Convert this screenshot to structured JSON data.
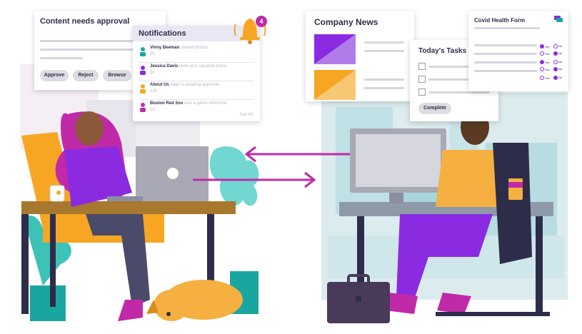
{
  "approval_card": {
    "title": "Content needs approval",
    "buttons": [
      "Approve",
      "Reject",
      "Browse"
    ]
  },
  "notifications": {
    "title": "Notifications",
    "badge_count": "4",
    "items": [
      {
        "name": "Vinny Beeman",
        "action": "shared photos.",
        "time": "2h",
        "avatar_color": "#1aa6a0"
      },
      {
        "name": "Jessica Davis",
        "action": "liked your vacation plans.",
        "time": "6h",
        "avatar_color": "#8a2be2"
      },
      {
        "name": "About Us",
        "action": "page is awaiting approval.",
        "time": "12h",
        "avatar_color": "#f6a623"
      },
      {
        "name": "Boston Red Sox",
        "action": "won a game tomorrow.",
        "time": "1d",
        "avatar_color": "#c02aa8"
      }
    ],
    "see_all": "See All"
  },
  "company_news": {
    "title": "Company News"
  },
  "todays_tasks": {
    "title": "Today's Tasks",
    "button": "Complete"
  },
  "covid_form": {
    "title": "Covid Health Form",
    "rows": [
      {
        "yes": "Yes",
        "no": "No",
        "selected": "yes"
      },
      {
        "yes": "Yes",
        "no": "No",
        "selected": "no"
      },
      {
        "yes": "Yes",
        "no": "No",
        "selected": "yes"
      },
      {
        "yes": "Yes",
        "no": "No",
        "selected": "no"
      },
      {
        "yes": "Yes",
        "no": "No",
        "selected": "no"
      }
    ]
  },
  "colors": {
    "purple": "#8a2be2",
    "magenta": "#c02aa8",
    "yellow": "#f6a623",
    "teal": "#1aa6a0",
    "navy": "#2d2d4a"
  },
  "icons": [
    "bell-icon",
    "chat-bubble-icon",
    "avatar-icon",
    "checkbox-icon",
    "coffee-mug-icon",
    "briefcase-icon",
    "laptop-icon",
    "monitor-icon"
  ]
}
